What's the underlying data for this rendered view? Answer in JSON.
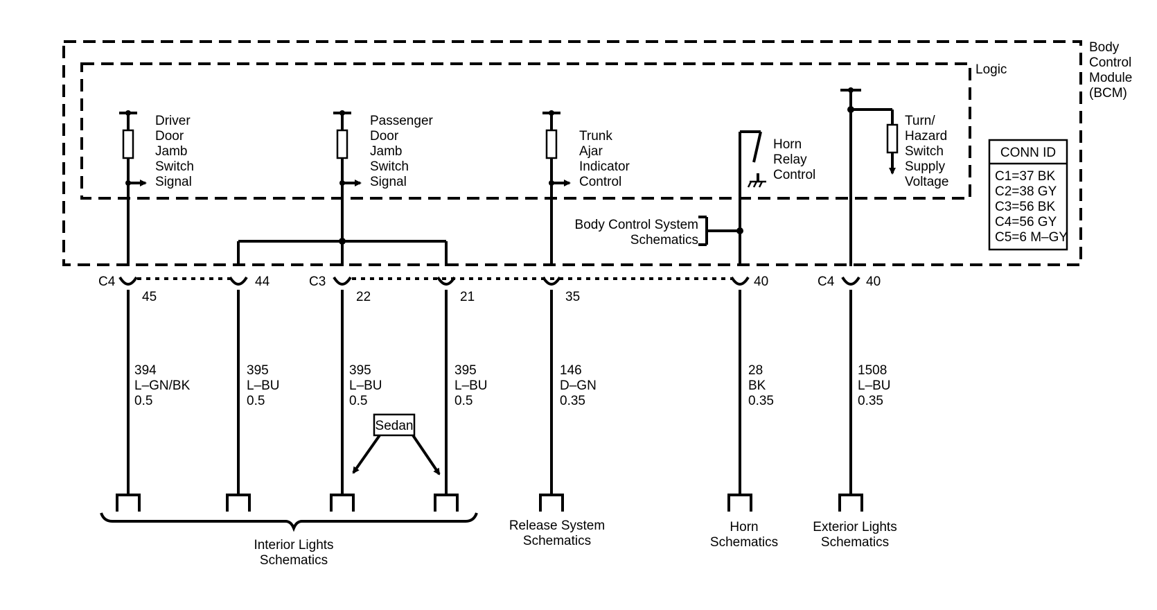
{
  "module": {
    "name": [
      "Body",
      "Control",
      "Module",
      "(BCM)"
    ],
    "logic_label": "Logic"
  },
  "conn_id": {
    "title": "CONN ID",
    "rows": [
      "C1=37 BK",
      "C2=38 GY",
      "C3=56 BK",
      "C4=56 GY",
      "C5=6 M–GY"
    ]
  },
  "signals": {
    "driver": [
      "Driver",
      "Door",
      "Jamb",
      "Switch",
      "Signal"
    ],
    "passenger": [
      "Passenger",
      "Door",
      "Jamb",
      "Switch",
      "Signal"
    ],
    "trunk": [
      "Trunk",
      "Ajar",
      "Indicator",
      "Control"
    ],
    "horn": [
      "Horn",
      "Relay",
      "Control"
    ],
    "turn": [
      "Turn/",
      "Hazard",
      "Switch",
      "Supply",
      "Voltage"
    ]
  },
  "body_control_ref": [
    "Body Control System",
    "Schematics"
  ],
  "connectors": {
    "c4_label": "C4",
    "c3_label": "C3",
    "c4b_label": "C4",
    "pins": [
      "45",
      "44",
      "22",
      "21",
      "35",
      "40",
      "40"
    ]
  },
  "wires": [
    {
      "circuit": "394",
      "color": "L–GN/BK",
      "gauge": "0.5"
    },
    {
      "circuit": "395",
      "color": "L–BU",
      "gauge": "0.5"
    },
    {
      "circuit": "395",
      "color": "L–BU",
      "gauge": "0.5"
    },
    {
      "circuit": "395",
      "color": "L–BU",
      "gauge": "0.5"
    },
    {
      "circuit": "146",
      "color": "D–GN",
      "gauge": "0.35"
    },
    {
      "circuit": "28",
      "color": "BK",
      "gauge": "0.35"
    },
    {
      "circuit": "1508",
      "color": "L–BU",
      "gauge": "0.35"
    }
  ],
  "sedan_label": "Sedan",
  "destinations": {
    "interior": [
      "Interior Lights",
      "Schematics"
    ],
    "release": [
      "Release System",
      "Schematics"
    ],
    "horn": [
      "Horn",
      "Schematics"
    ],
    "exterior": [
      "Exterior Lights",
      "Schematics"
    ]
  }
}
